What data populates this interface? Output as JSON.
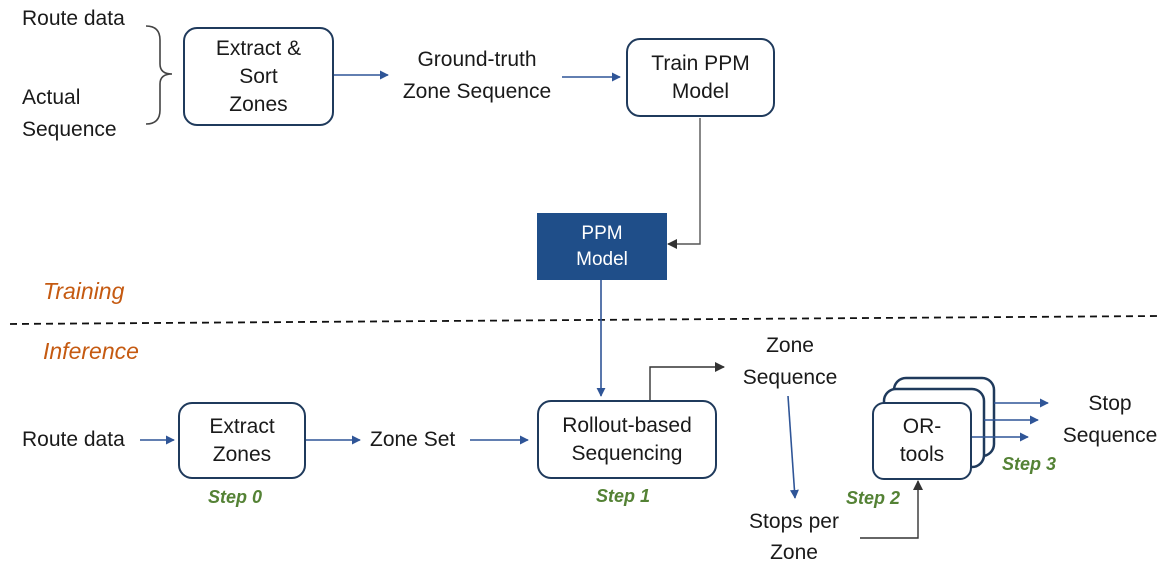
{
  "training": {
    "phase_label": "Training",
    "inputs": [
      "Route data",
      "Actual",
      "Sequence"
    ],
    "extract_sort_box": "Extract &\nSort\nZones",
    "ground_truth_label": [
      "Ground-truth",
      "Zone Sequence"
    ],
    "train_ppm_box": "Train PPM\nModel",
    "ppm_model_box": "PPM\nModel"
  },
  "inference": {
    "phase_label": "Inference",
    "route_data": "Route data",
    "extract_zones_box": "Extract\nZones",
    "zone_set": "Zone Set",
    "rollout_box": "Rollout-based\nSequencing",
    "zone_sequence": [
      "Zone",
      "Sequence"
    ],
    "stops_per_zone": [
      "Stops per",
      "Zone"
    ],
    "or_tools_box": "OR-\ntools",
    "stop_sequence": [
      "Stop",
      "Sequence"
    ],
    "steps": [
      "Step 0",
      "Step 1",
      "Step 2",
      "Step 3"
    ]
  },
  "colors": {
    "arrow": "#2f5597",
    "box_border": "#1f3a5c",
    "dark_box": "#1f4e89",
    "phase": "#c55a11",
    "step": "#548235"
  }
}
